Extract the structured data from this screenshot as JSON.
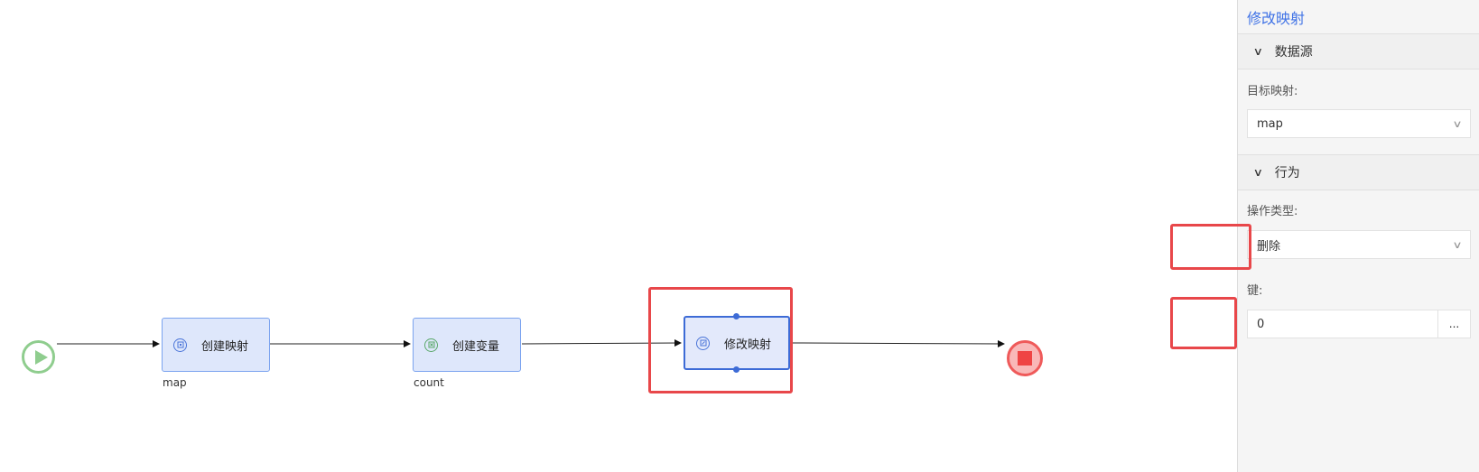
{
  "canvas": {
    "nodes": [
      {
        "label": "创建映射",
        "caption": "map",
        "icon": "map-node-icon"
      },
      {
        "label": "创建变量",
        "caption": "count",
        "icon": "variable-node-icon"
      },
      {
        "label": "修改映射",
        "caption": "",
        "icon": "map-edit-node-icon",
        "selected": true
      }
    ]
  },
  "panel": {
    "title": "修改映射",
    "sections": {
      "datasource": {
        "title": "数据源",
        "target_label": "目标映射:",
        "target_value": "map"
      },
      "behavior": {
        "title": "行为",
        "op_label": "操作类型:",
        "op_value": "删除",
        "key_label": "键:",
        "key_value": "0",
        "more_label": "..."
      }
    }
  },
  "colors": {
    "accent": "#3f72e6",
    "highlight": "#e8474a",
    "start": "#8fcd8e",
    "end": "#ef4444"
  }
}
